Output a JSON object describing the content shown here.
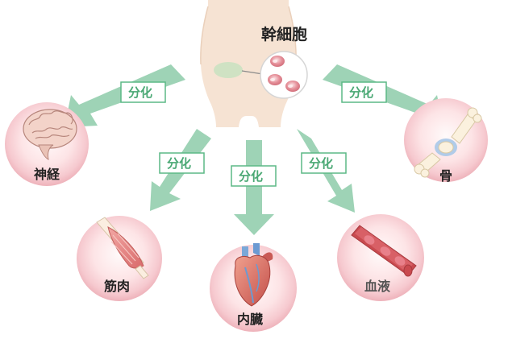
{
  "title": "幹細胞",
  "arrow_label": "分化",
  "targets": {
    "nerve": "神経",
    "bone": "骨",
    "muscle": "筋肉",
    "heart": "内臓",
    "blood": "血液"
  },
  "colors": {
    "arrow": "#9ed3b6",
    "badge_border": "#5cb985",
    "badge_text": "#4aa874",
    "circle_outer": "#f3c8cd",
    "circle_inner": "#fff2f3",
    "body": "#f6e3d3",
    "body_highlight": "#cfe2c3"
  }
}
